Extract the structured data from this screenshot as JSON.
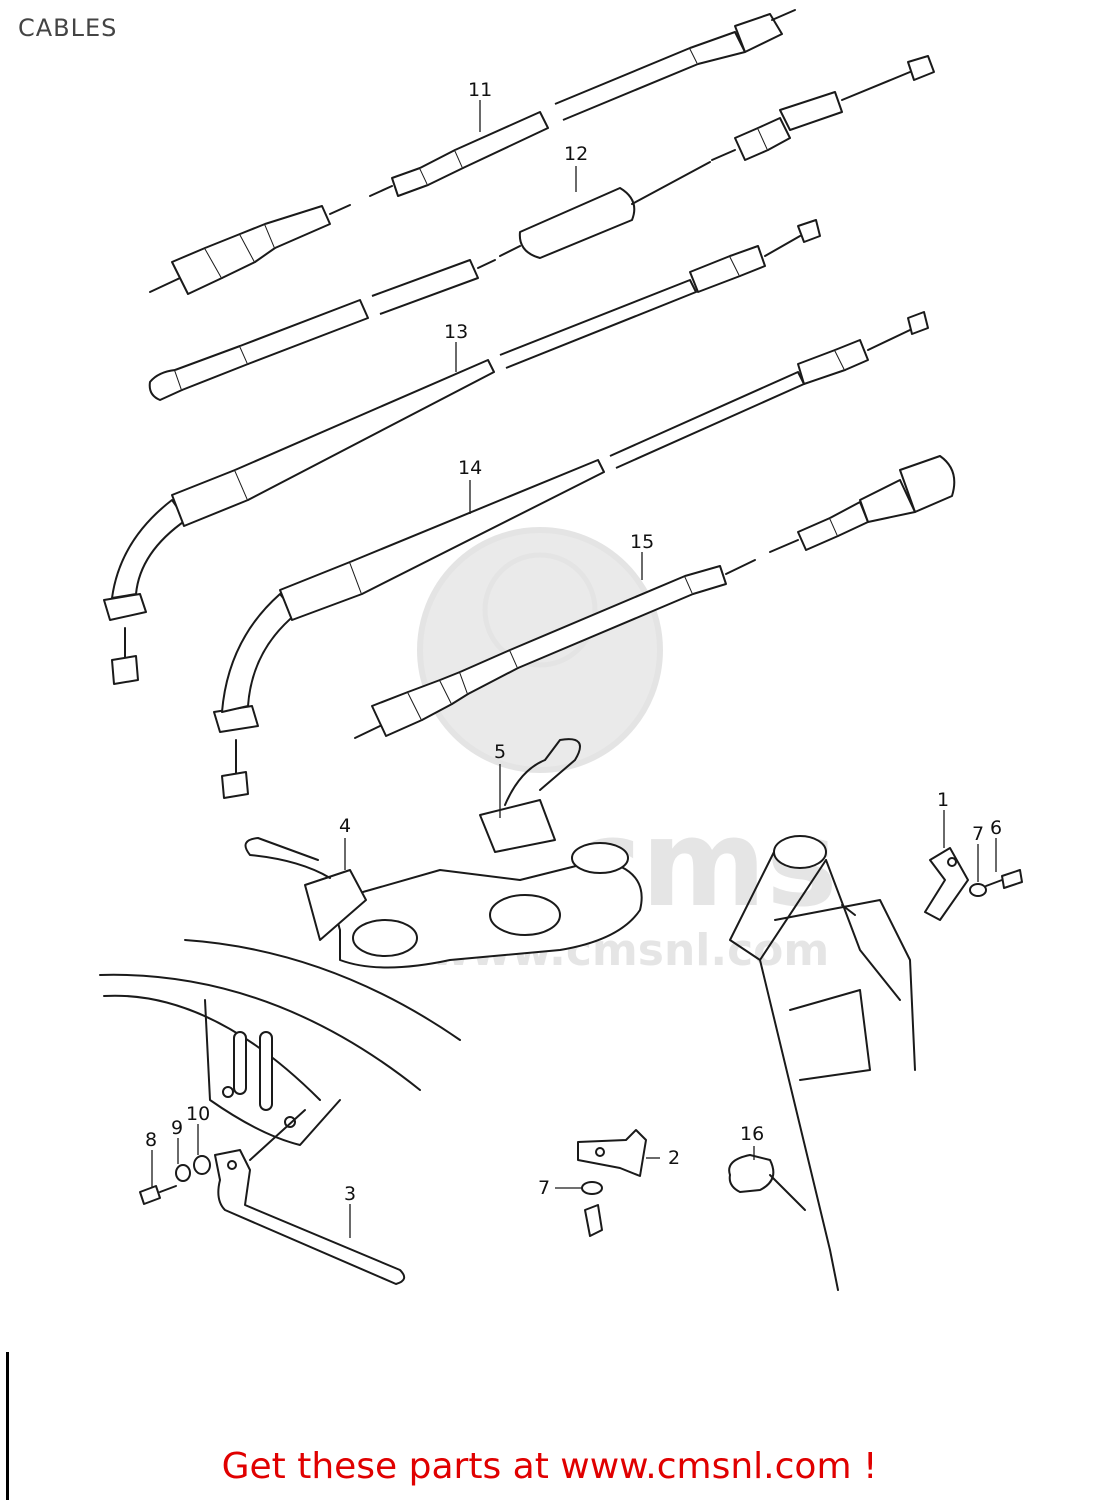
{
  "title": "CABLES",
  "footer": "Get these parts at www.cmsnl.com !",
  "watermark": "cms",
  "watermark_url": "www.cmsnl.com",
  "colors": {
    "footer": "#e00000",
    "lines": "#1a1a1a",
    "watermark": "#d9d9d9"
  },
  "callouts": {
    "c1": "1",
    "c2": "2",
    "c3": "3",
    "c4": "4",
    "c5": "5",
    "c6": "6",
    "c7a": "7",
    "c7b": "7",
    "c8": "8",
    "c9": "9",
    "c10": "10",
    "c11": "11",
    "c12": "12",
    "c13": "13",
    "c14": "14",
    "c15": "15",
    "c16": "16"
  }
}
